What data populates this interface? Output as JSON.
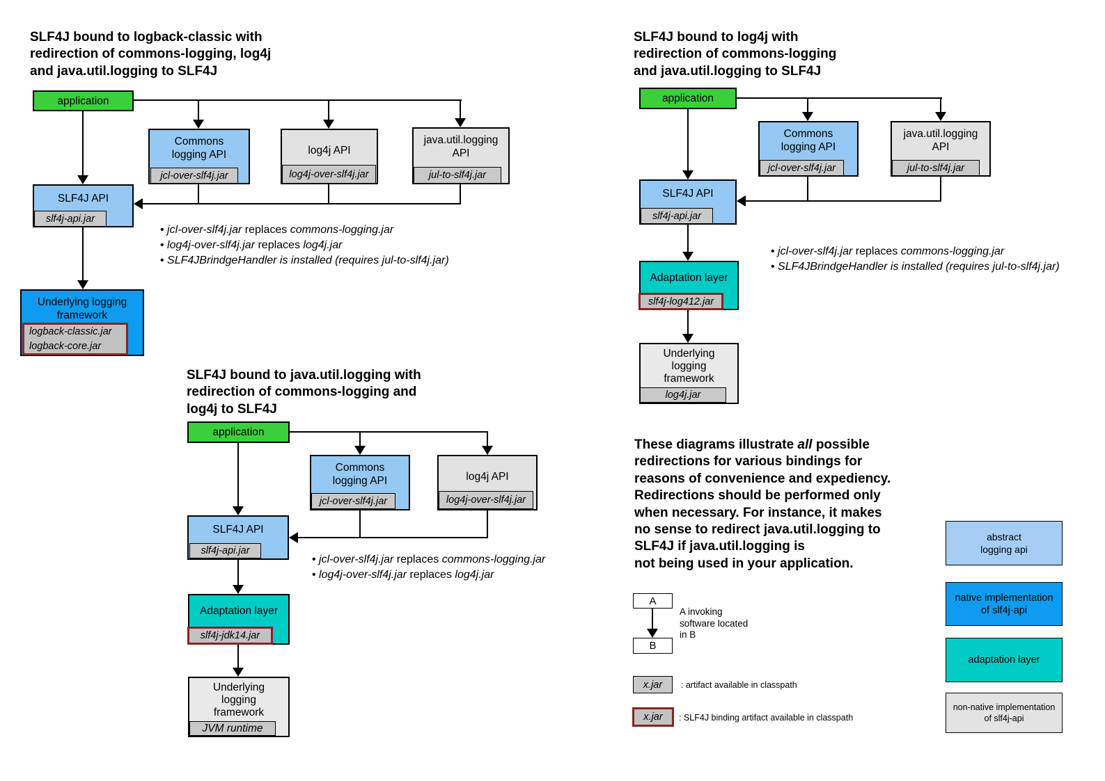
{
  "colors": {
    "app_green": "#3CCF3C",
    "api_blue": "#95C8F2",
    "impl_blue": "#0D9CF0",
    "adapt_teal": "#00CCC6",
    "box_gray": "#E2E2E2",
    "underlying_gray": "#E9E9E9",
    "jar_gray": "#C9C9C9",
    "binding_jar_gray": "#C2C2C2",
    "binding_border": "#8B2323",
    "legend_blue": "#A6CEF4",
    "legend_gray": "#E3E3E3",
    "white": "#FFFFFF"
  },
  "d1": {
    "title": "SLF4J bound to logback-classic with\nredirection of commons-logging, log4j\nand java.util.logging to SLF4J",
    "app_label": "application",
    "commons_label": "Commons\nlogging API",
    "commons_jar": "jcl-over-slf4j.jar",
    "log4j_label": "log4j API",
    "log4j_jar": "log4j-over-slf4j.jar",
    "jul_label": "java.util.logging\nAPI",
    "jul_jar": "jul-to-slf4j.jar",
    "slf4j_label": "SLF4J API",
    "slf4j_jar": "slf4j-api.jar",
    "underlying_label": "Underlying logging\nframework",
    "underlying_jar": "logback-classic.jar\nlogback-core.jar",
    "bullets": [
      [
        {
          "t": "• ",
          "i": false
        },
        {
          "t": "jcl-over-slf4j.jar",
          "i": true
        },
        {
          "t": " replaces ",
          "i": false
        },
        {
          "t": "commons-logging.jar",
          "i": true
        }
      ],
      [
        {
          "t": "• ",
          "i": false
        },
        {
          "t": "log4j-over-slf4j.jar",
          "i": true
        },
        {
          "t": " replaces ",
          "i": false
        },
        {
          "t": "log4j.jar",
          "i": true
        }
      ],
      [
        {
          "t": "• ",
          "i": false
        },
        {
          "t": "SLF4JBrindgeHandler is installed (requires jul-to-slf4j.jar)",
          "i": true
        }
      ]
    ]
  },
  "d2": {
    "title": "SLF4J bound to log4j with\nredirection of commons-logging\nand java.util.logging to SLF4J",
    "app_label": "application",
    "commons_label": "Commons\nlogging API",
    "commons_jar": "jcl-over-slf4j.jar",
    "jul_label": "java.util.logging\nAPI",
    "jul_jar": "jul-to-slf4j.jar",
    "slf4j_label": "SLF4J API",
    "slf4j_jar": "slf4j-api.jar",
    "adaptation_label": "Adaptation layer",
    "adaptation_jar": "slf4j-log412.jar",
    "underlying_label": "Underlying\nlogging\nframework",
    "underlying_jar": "log4j.jar",
    "bullets": [
      [
        {
          "t": "• ",
          "i": false
        },
        {
          "t": "jcl-over-slf4j.jar",
          "i": true
        },
        {
          "t": " replaces ",
          "i": false
        },
        {
          "t": "commons-logging.jar",
          "i": true
        }
      ],
      [
        {
          "t": "• ",
          "i": false
        },
        {
          "t": "SLF4JBrindgeHandler is installed (requires jul-to-slf4j.jar)",
          "i": true
        }
      ]
    ]
  },
  "d3": {
    "title": "SLF4J bound to java.util.logging with\nredirection of commons-logging and\nlog4j to SLF4J",
    "app_label": "application",
    "commons_label": "Commons\nlogging API",
    "commons_jar": "jcl-over-slf4j.jar",
    "log4j_label": "log4j API",
    "log4j_jar": "log4j-over-slf4j.jar",
    "slf4j_label": "SLF4J API",
    "slf4j_jar": "slf4j-api.jar",
    "adaptation_label": "Adaptation layer",
    "adaptation_jar": "slf4j-jdk14.jar",
    "underlying_label": "Underlying\nlogging\nframework",
    "underlying_jar": "JVM runtime",
    "bullets": [
      [
        {
          "t": "• ",
          "i": false
        },
        {
          "t": "jcl-over-slf4j.jar",
          "i": true
        },
        {
          "t": " replaces ",
          "i": false
        },
        {
          "t": "commons-logging.jar",
          "i": true
        }
      ],
      [
        {
          "t": "• ",
          "i": false
        },
        {
          "t": "log4j-over-slf4j.jar",
          "i": true
        },
        {
          "t": " replaces ",
          "i": false
        },
        {
          "t": "log4j.jar",
          "i": true
        }
      ]
    ]
  },
  "note_lines": [
    [
      {
        "t": "These diagrams illustrate ",
        "i": false
      },
      {
        "t": "all",
        "i": true
      },
      {
        "t": " possible",
        "i": false
      }
    ],
    [
      {
        "t": "redirections for various bindings for",
        "i": false
      }
    ],
    [
      {
        "t": "reasons of convenience and expediency.",
        "i": false
      }
    ],
    [
      {
        "t": "Redirections should be performed only",
        "i": false
      }
    ],
    [
      {
        "t": "when necessary. For instance, it makes",
        "i": false
      }
    ],
    [
      {
        "t": "no sense to redirect java.util.logging to",
        "i": false
      }
    ],
    [
      {
        "t": "SLF4J if java.util.logging is",
        "i": false
      }
    ],
    [
      {
        "t": "not being used in your application.",
        "i": false
      }
    ]
  ],
  "legend": {
    "a_label": "A",
    "b_label": "B",
    "ab_text": "A invoking\nsoftware located\nin B",
    "xjar_label": "x.jar",
    "xjar_desc": ": artifact available in classpath",
    "xjar_binding_label": "x.jar",
    "xjar_binding_desc": ": SLF4J binding artifact available in classpath",
    "abstract_label": "abstract\nlogging api",
    "native_label": "native implementation\nof slf4j-api",
    "adaptation_label": "adaptation layer",
    "nonnative_label": "non-native implementation\nof slf4j-api"
  }
}
